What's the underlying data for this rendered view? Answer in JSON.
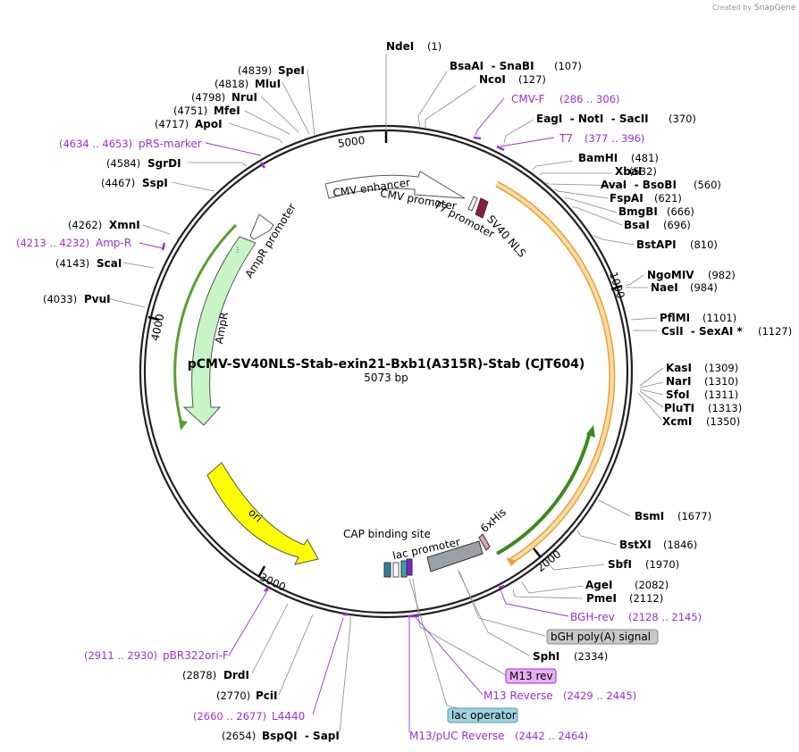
{
  "header": {
    "created_by": "Created by",
    "brand": "SnapGene"
  },
  "plasmid": {
    "name": "pCMV-SV40NLS-Stab-exin21-Bxb1(A315R)-Stab (CJT604)",
    "length_label": "5073 bp"
  },
  "ticks": [
    "5000",
    "1000",
    "2000",
    "3000",
    "4000"
  ],
  "enzymes": [
    {
      "name": "NdeI",
      "pos": "(1)"
    },
    {
      "name": "BsaAI  - SnaBI",
      "pos": "(107)"
    },
    {
      "name": "NcoI",
      "pos": "(127)"
    },
    {
      "name": "EagI  - NotI  - SacII",
      "pos": "(370)"
    },
    {
      "name": "BamHI",
      "pos": "(481)"
    },
    {
      "name": "XbaI",
      "pos": "(532)"
    },
    {
      "name": "AvaI  - BsoBI",
      "pos": "(560)"
    },
    {
      "name": "FspAI",
      "pos": "(621)"
    },
    {
      "name": "BmgBI",
      "pos": "(666)"
    },
    {
      "name": "BsaI",
      "pos": "(696)"
    },
    {
      "name": "BstAPI",
      "pos": "(810)"
    },
    {
      "name": "NgoMIV",
      "pos": "(982)"
    },
    {
      "name": "NaeI",
      "pos": "(984)"
    },
    {
      "name": "PflMI",
      "pos": "(1101)"
    },
    {
      "name": "CslI  - SexAI *",
      "pos": "(1127)"
    },
    {
      "name": "KasI",
      "pos": "(1309)"
    },
    {
      "name": "NarI",
      "pos": "(1310)"
    },
    {
      "name": "SfoI",
      "pos": "(1311)"
    },
    {
      "name": "PluTI",
      "pos": "(1313)"
    },
    {
      "name": "XcmI",
      "pos": "(1350)"
    },
    {
      "name": "BsmI",
      "pos": "(1677)"
    },
    {
      "name": "BstXI",
      "pos": "(1846)"
    },
    {
      "name": "SbfI",
      "pos": "(1970)"
    },
    {
      "name": "AgeI",
      "pos": "(2082)"
    },
    {
      "name": "PmeI",
      "pos": "(2112)"
    },
    {
      "name": "SphI",
      "pos": "(2334)"
    },
    {
      "name": "BspQI  - SapI",
      "pos": "(2654)"
    },
    {
      "name": "PciI",
      "pos": "(2770)"
    },
    {
      "name": "DrdI",
      "pos": "(2878)"
    },
    {
      "name": "PvuI",
      "pos": "(4033)"
    },
    {
      "name": "ScaI",
      "pos": "(4143)"
    },
    {
      "name": "XmnI",
      "pos": "(4262)"
    },
    {
      "name": "SspI",
      "pos": "(4467)"
    },
    {
      "name": "SgrDI",
      "pos": "(4584)"
    },
    {
      "name": "ApoI",
      "pos": "(4717)"
    },
    {
      "name": "MfeI",
      "pos": "(4751)"
    },
    {
      "name": "NruI",
      "pos": "(4798)"
    },
    {
      "name": "MluI",
      "pos": "(4818)"
    },
    {
      "name": "SpeI",
      "pos": "(4839)"
    }
  ],
  "primers": [
    {
      "name": "CMV-F",
      "range": "(286 .. 306)"
    },
    {
      "name": "T7",
      "range": "(377 .. 396)"
    },
    {
      "name": "BGH-rev",
      "range": "(2128 .. 2145)"
    },
    {
      "name": "M13 Reverse",
      "range": "(2429 .. 2445)"
    },
    {
      "name": "M13/pUC Reverse",
      "range": "(2442 .. 2464)"
    },
    {
      "name": "L4440",
      "range": "(2660 .. 2677)"
    },
    {
      "name": "pBR322ori-F",
      "range": "(2911 .. 2930)"
    },
    {
      "name": "Amp-R",
      "range": "(4213 .. 4232)"
    },
    {
      "name": "pRS-marker",
      "range": "(4634 .. 4653)"
    }
  ],
  "boxed_labels": {
    "bgh": "bGH poly(A) signal",
    "m13rev": "M13 rev",
    "lacop": "lac operator"
  },
  "features": {
    "cmv_enhancer": "CMV enhancer",
    "cmv_promoter": "CMV promoter",
    "t7_promoter": "T7 promoter",
    "sv40_nls": "SV40 NLS",
    "ampr_promoter": "AmpR promoter",
    "ampr": "AmpR",
    "ori": "ori",
    "cap_site": "CAP binding site",
    "lac_promoter": "lac promoter",
    "his": "6xHis"
  },
  "colors": {
    "primer": "#9b30d9",
    "ampr_fill": "#c8f5c8",
    "ori_fill": "#ffff00",
    "orf_orange": "#f5c77a",
    "orf_green": "#4caf20",
    "bgh_box": "#c8c8c8",
    "m13rev_box": "#e8b0f0",
    "lacop_box": "#9fd3e0"
  }
}
